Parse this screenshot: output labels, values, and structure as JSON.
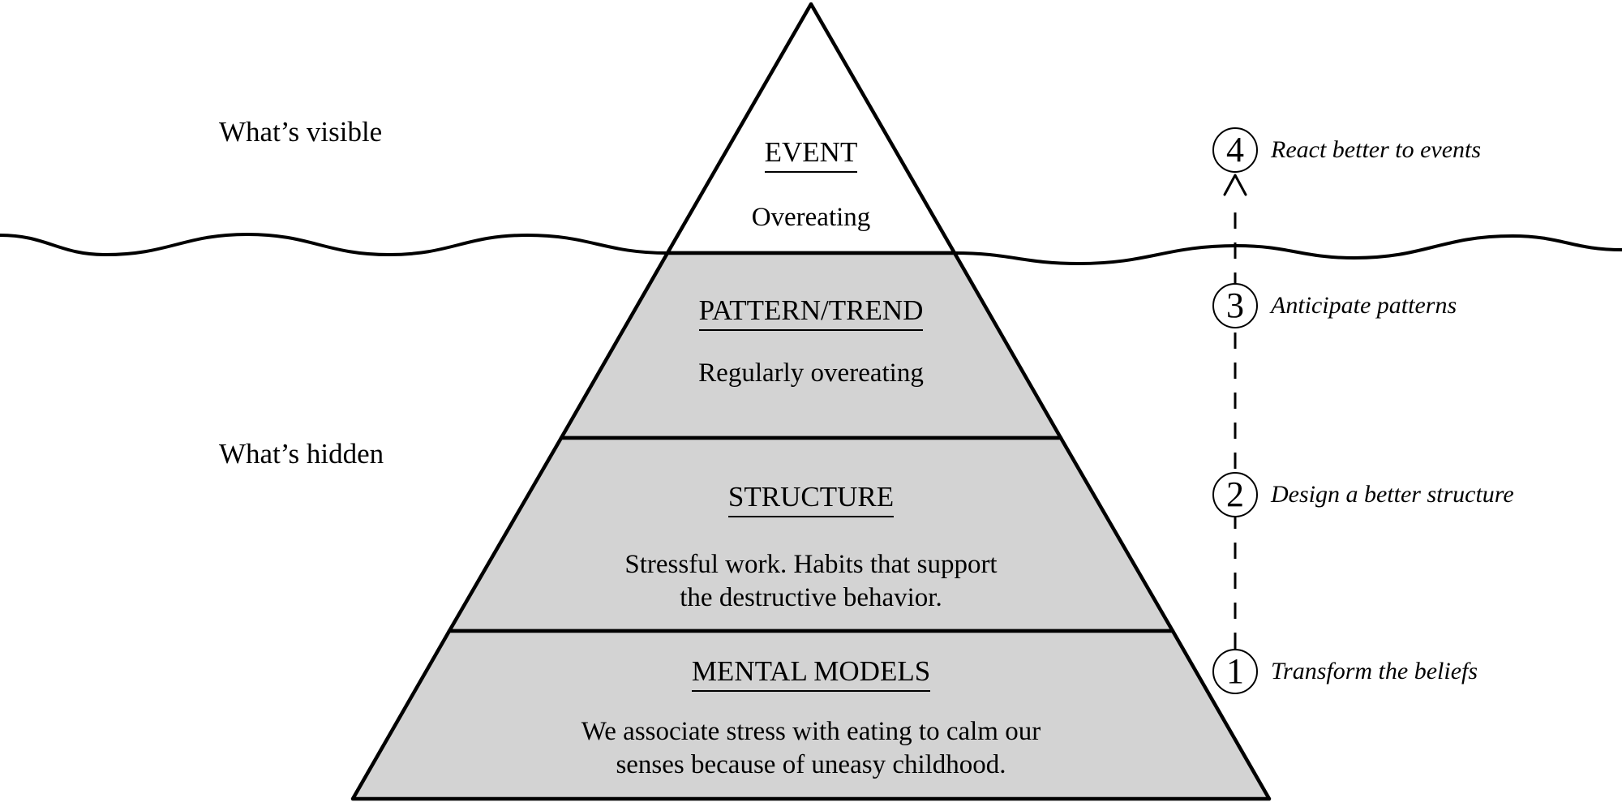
{
  "left_labels": {
    "visible": "What’s visible",
    "hidden": "What’s hidden"
  },
  "pyramid": {
    "levels": [
      {
        "id": "event",
        "title": "EVENT",
        "body": "Overeating"
      },
      {
        "id": "pattern-trend",
        "title": "PATTERN/TREND",
        "body": "Regularly overeating"
      },
      {
        "id": "structure",
        "title": "STRUCTURE",
        "body": "Stressful work. Habits that support\nthe destructive behavior."
      },
      {
        "id": "mental-models",
        "title": "MENTAL MODELS",
        "body": "We associate stress with eating to calm our\nsenses because of uneasy childhood."
      }
    ]
  },
  "leverage_ladder": {
    "items": [
      {
        "number": "4",
        "label": "React better to events"
      },
      {
        "number": "3",
        "label": "Anticipate patterns"
      },
      {
        "number": "2",
        "label": "Design a better structure"
      },
      {
        "number": "1",
        "label": "Transform the beliefs"
      }
    ]
  },
  "colors": {
    "underwater_fill": "#d3d3d3",
    "above_water_fill": "#ffffff",
    "line": "#000000",
    "background": "#ffffff"
  }
}
